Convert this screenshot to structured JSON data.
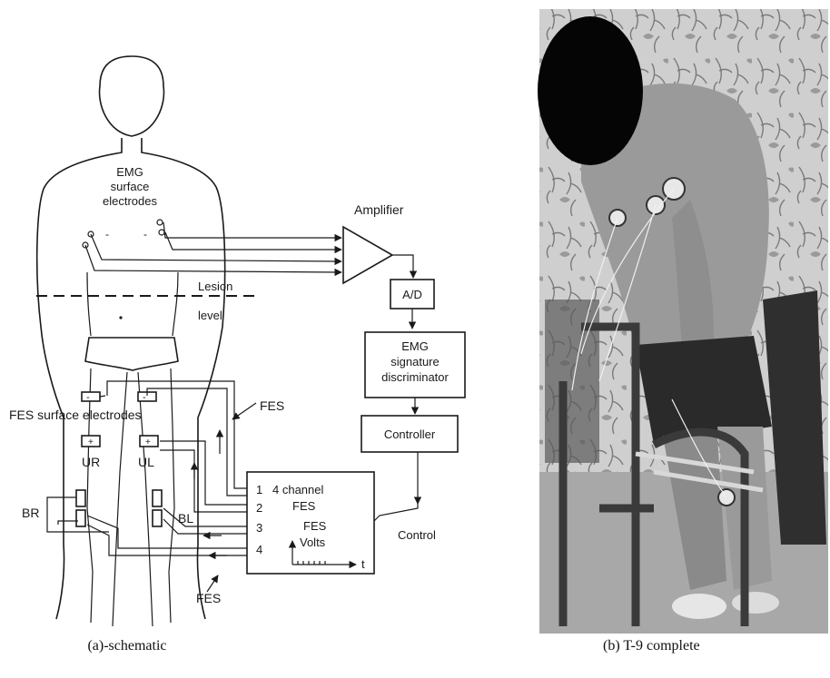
{
  "schematic": {
    "labels": {
      "emg_line1": "EMG",
      "emg_line2": "surface",
      "emg_line3": "electrodes",
      "amplifier": "Amplifier",
      "lesion": "Lesion",
      "level": "level",
      "ad": "A/D",
      "disc_line1": "EMG",
      "disc_line2": "signature",
      "disc_line3": "discriminator",
      "controller": "Controller",
      "fes_surface": "FES surface electrodes",
      "fes_top": "FES",
      "fes_bottom": "FES",
      "ur": "UR",
      "ul": "UL",
      "br": "BR",
      "bl": "BL",
      "ch1": "1",
      "ch2": "2",
      "ch3": "3",
      "ch4": "4",
      "four_channel": "4 channel",
      "fes_box": "FES",
      "fes_volts1": "FES",
      "fes_volts2": "Volts",
      "t_axis": "t",
      "control": "Control"
    },
    "caption": "(a)-schematic"
  },
  "photo": {
    "caption": "(b) T-9 complete",
    "colors": {
      "background": "#8a8a8a",
      "curtain": "#cfcfcf",
      "skin": "#9a9a9a",
      "shorts": "#2a2a2a",
      "frame": "#3a3a3a",
      "walker": "#d8d8d8"
    }
  }
}
